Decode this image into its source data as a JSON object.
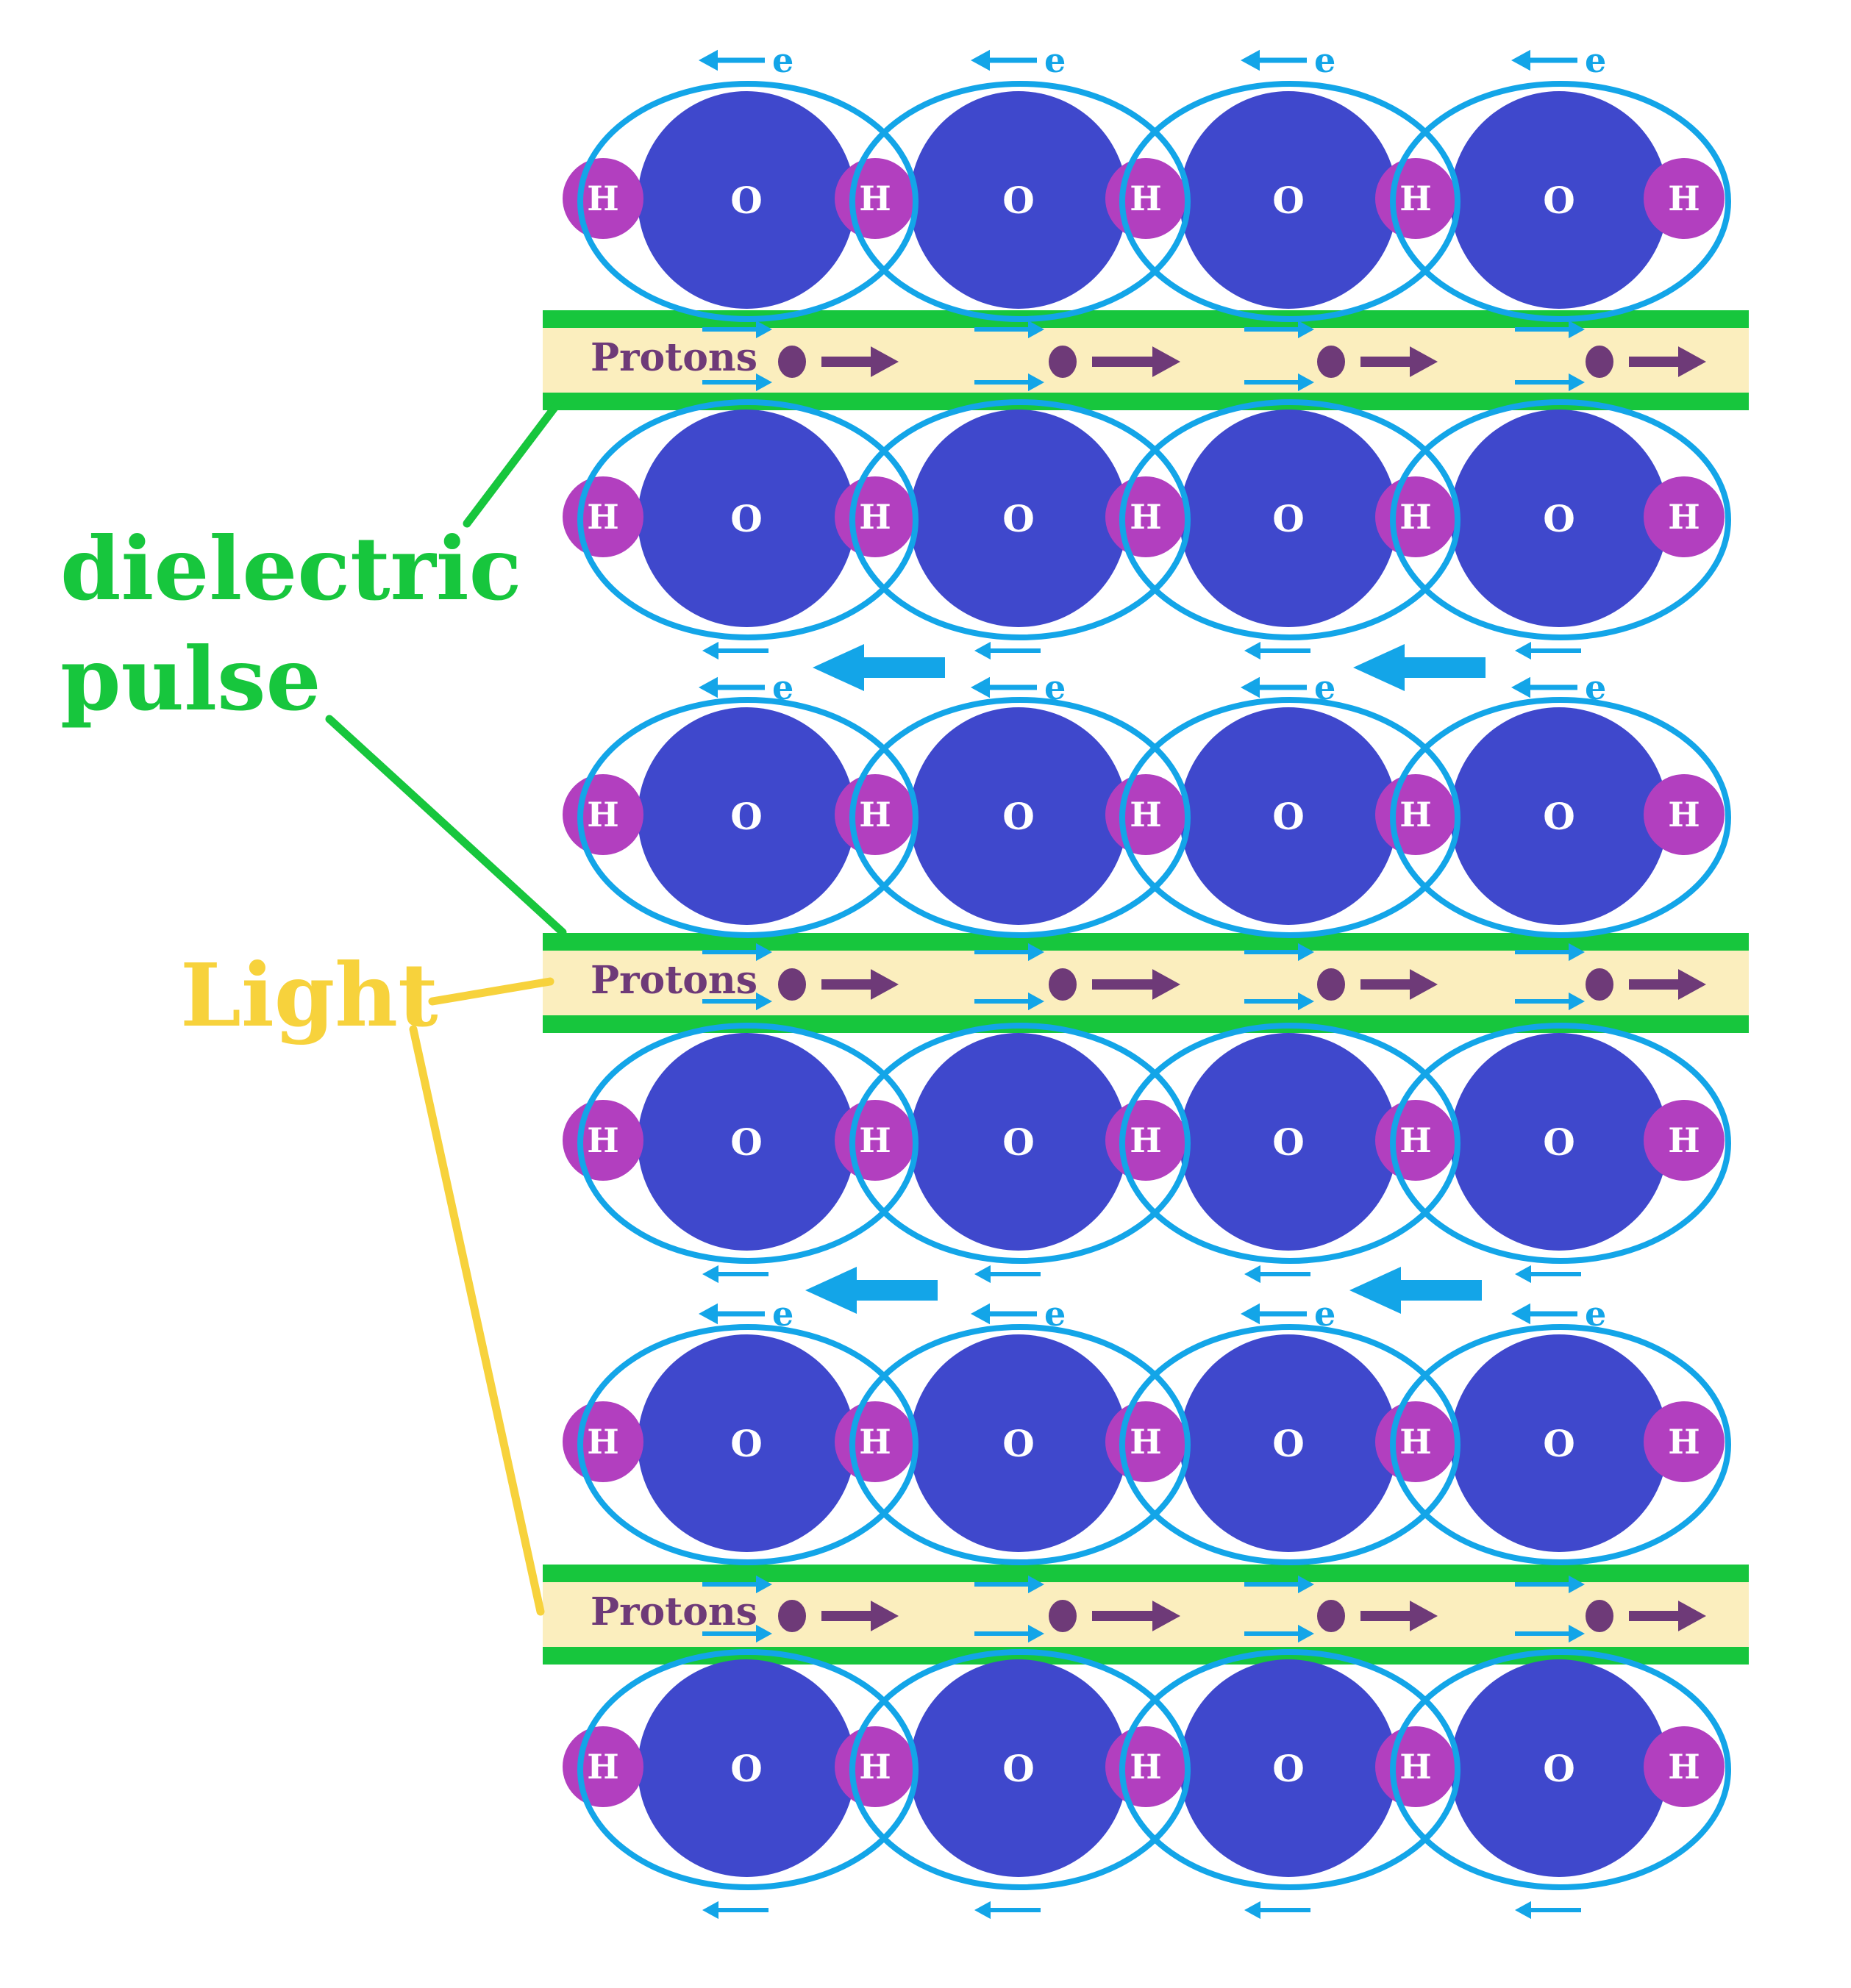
{
  "labels": {
    "oxygen": "O",
    "hydrogen": "H",
    "electron": "e",
    "protons": "Protons",
    "dielectric_line1": "dielectric",
    "dielectric_line2": "pulse",
    "light": "Light"
  },
  "colors": {
    "oxygen": "#3f48cc",
    "hydrogen": "#b23fbf",
    "electron_cloud": "#13a5e8",
    "dielectric": "#17c63d",
    "light_band": "#fbeebe",
    "light_label": "#f7d23c",
    "proton": "#6e3a78",
    "background": "#ffffff"
  },
  "structure": {
    "molecule_rows": 6,
    "molecules_per_row": 4,
    "proton_channels": 3,
    "protons_per_channel": 4
  },
  "icons": [
    "electron-arrow-icon",
    "proton-arrow-icon",
    "pulse-arrow-icon"
  ]
}
